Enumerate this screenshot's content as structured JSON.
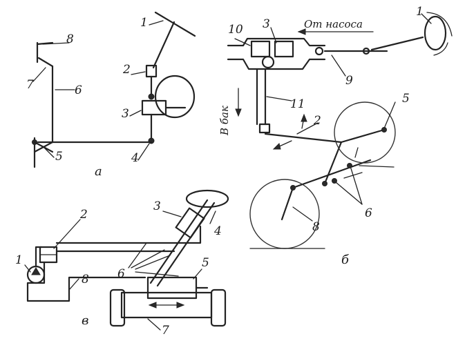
{
  "diagram": {
    "panels": [
      {
        "caption": "а",
        "labels": [
          "1",
          "2",
          "3",
          "4",
          "5",
          "6",
          "7",
          "8"
        ]
      },
      {
        "caption": "б",
        "labels": [
          "1",
          "2",
          "3",
          "5",
          "6",
          "8",
          "9",
          "10",
          "11"
        ],
        "annotations": {
          "from_pump": "От насоса",
          "to_tank": "В бак"
        }
      },
      {
        "caption": "в",
        "labels": [
          "1",
          "2",
          "3",
          "4",
          "5",
          "6",
          "7",
          "8"
        ]
      }
    ]
  }
}
